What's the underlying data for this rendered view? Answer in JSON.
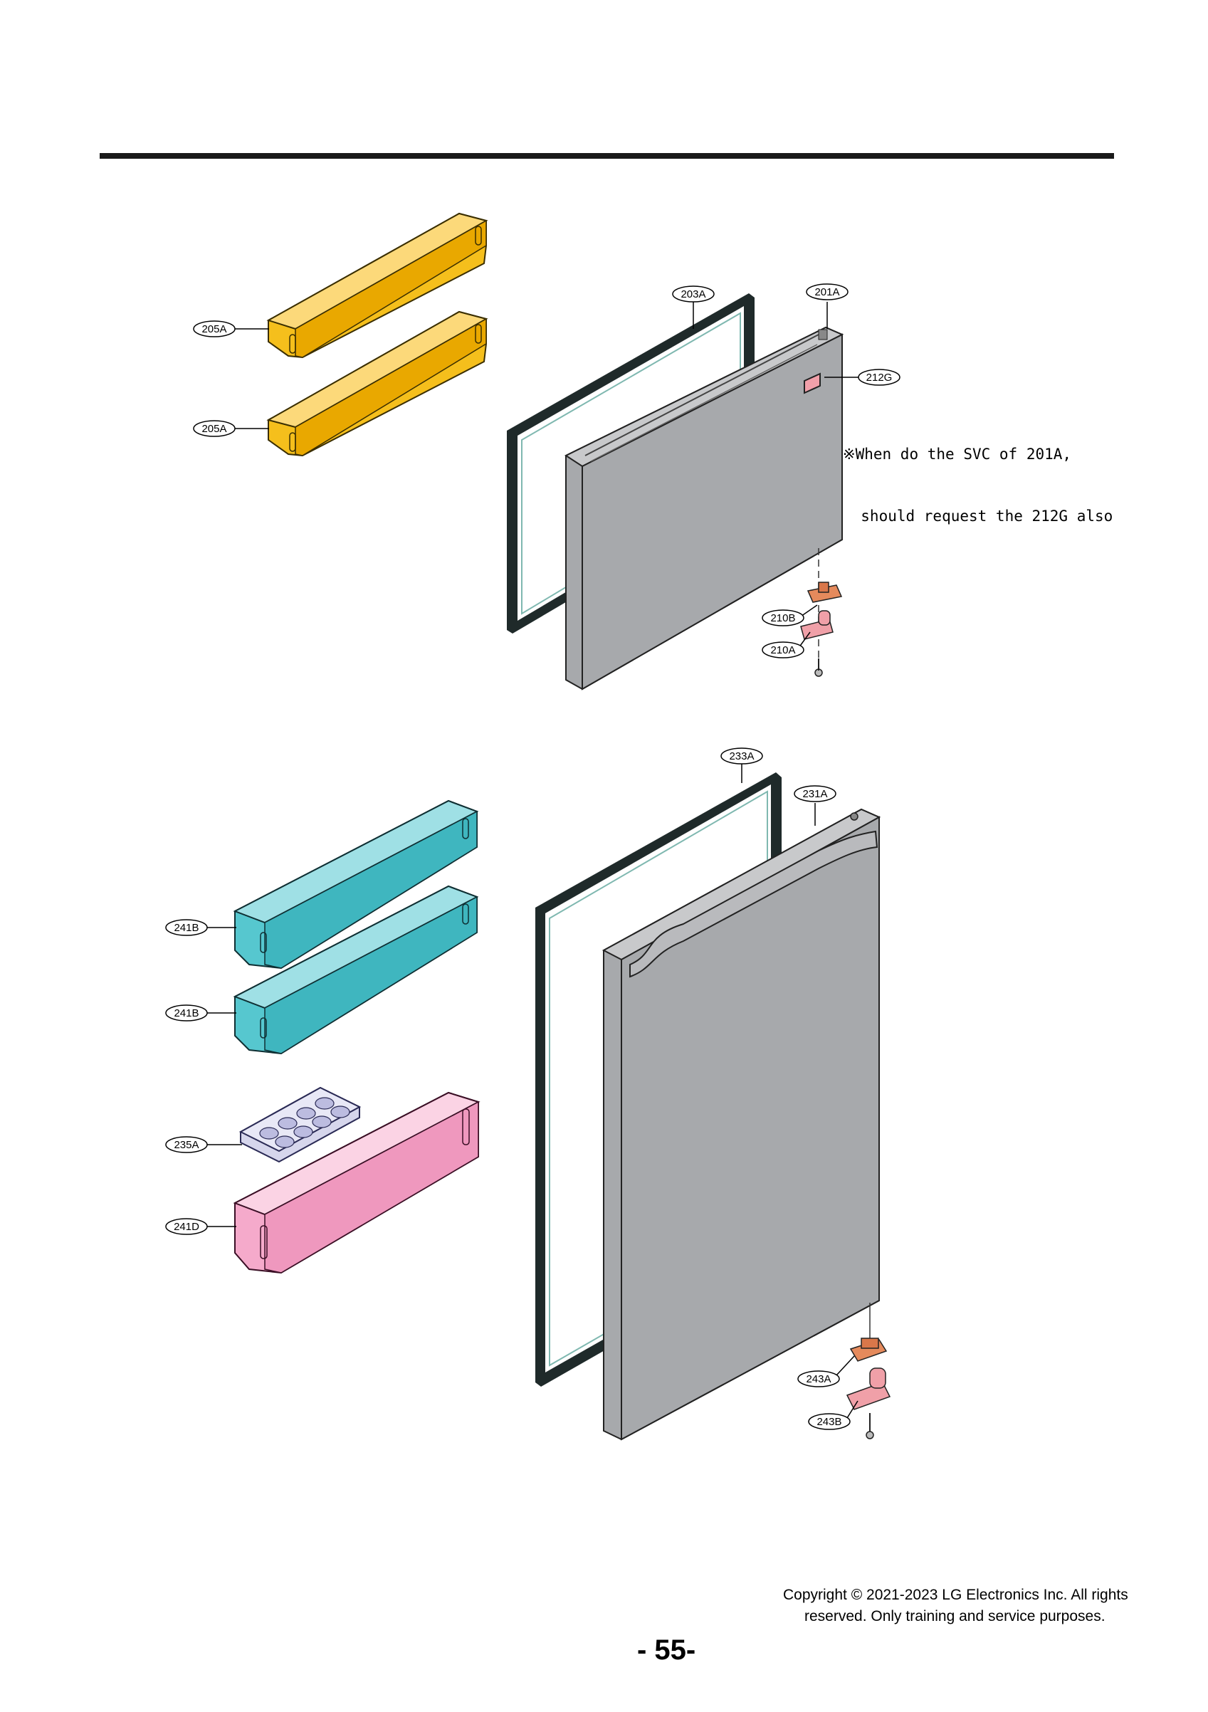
{
  "labels": {
    "205A_a": "205A",
    "205A_b": "205A",
    "203A": "203A",
    "201A": "201A",
    "212G": "212G",
    "210B": "210B",
    "210A": "210A",
    "233A": "233A",
    "231A": "231A",
    "241B_a": "241B",
    "241B_b": "241B",
    "235A": "235A",
    "241D": "241D",
    "243A": "243A",
    "243B": "243B"
  },
  "note": {
    "line1": "※When do the SVC of 201A,",
    "line2": "  should request the 212G also"
  },
  "footer": {
    "page_number": "- 55-",
    "copyright_line1": "Copyright © 2021-2023 LG Electronics Inc. All rights",
    "copyright_line2": "reserved. Only training and service purposes."
  },
  "colors": {
    "upper_bin": "#f5bf1c",
    "middle_bin": "#56c7cf",
    "lower_bin": "#f5aacb",
    "door": "#a7a9ac",
    "egg_tray": "#d6d6ec",
    "hinge_upper": "#e58a5c",
    "hinge_lower": "#f0a0a8",
    "gasket": "#1f2a2a"
  }
}
